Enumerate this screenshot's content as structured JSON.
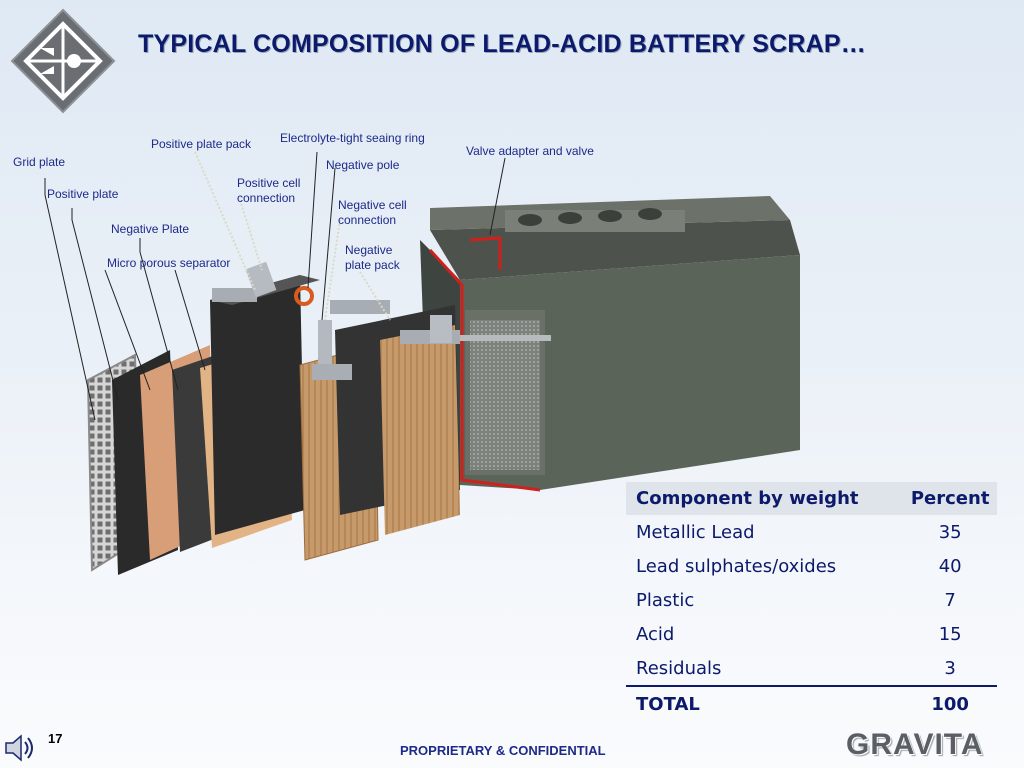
{
  "slide": {
    "title": "TYPICAL COMPOSITION OF LEAD-ACID BATTERY SCRAP…",
    "page_number": "17",
    "footer": "PROPRIETARY & CONFIDENTIAL",
    "brand": "GRAVITA"
  },
  "diagram": {
    "labels": {
      "grid_plate": "Grid plate",
      "positive_plate": "Positive plate",
      "positive_plate_pack": "Positive plate pack",
      "electrolyte_ring": "Electrolyte-tight seaing ring",
      "negative_pole": "Negative pole",
      "valve": "Valve adapter and valve",
      "positive_cell_connection": "Positive cell connection",
      "negative_cell_connection": "Negative cell connection",
      "negative_plate": "Negative Plate",
      "separator": "Micro porous separator",
      "negative_plate_pack": "Negative plate pack"
    }
  },
  "table": {
    "headers": [
      "Component by weight",
      "Percent"
    ],
    "rows": [
      {
        "component": "Metallic Lead",
        "percent": "35"
      },
      {
        "component": "Lead sulphates/oxides",
        "percent": "40"
      },
      {
        "component": "Plastic",
        "percent": "7"
      },
      {
        "component": "Acid",
        "percent": "15"
      },
      {
        "component": "Residuals",
        "percent": "3"
      }
    ],
    "total": {
      "label": "TOTAL",
      "value": "100"
    }
  },
  "colors": {
    "title": "#0b1a6b",
    "callout": "#1c2a8a",
    "table_header_bg": "#dfe3ea",
    "battery_body": "#5b6458",
    "sealing_red": "#d0201c"
  },
  "icons": [
    "logo-diamond-icon",
    "speaker-icon"
  ]
}
